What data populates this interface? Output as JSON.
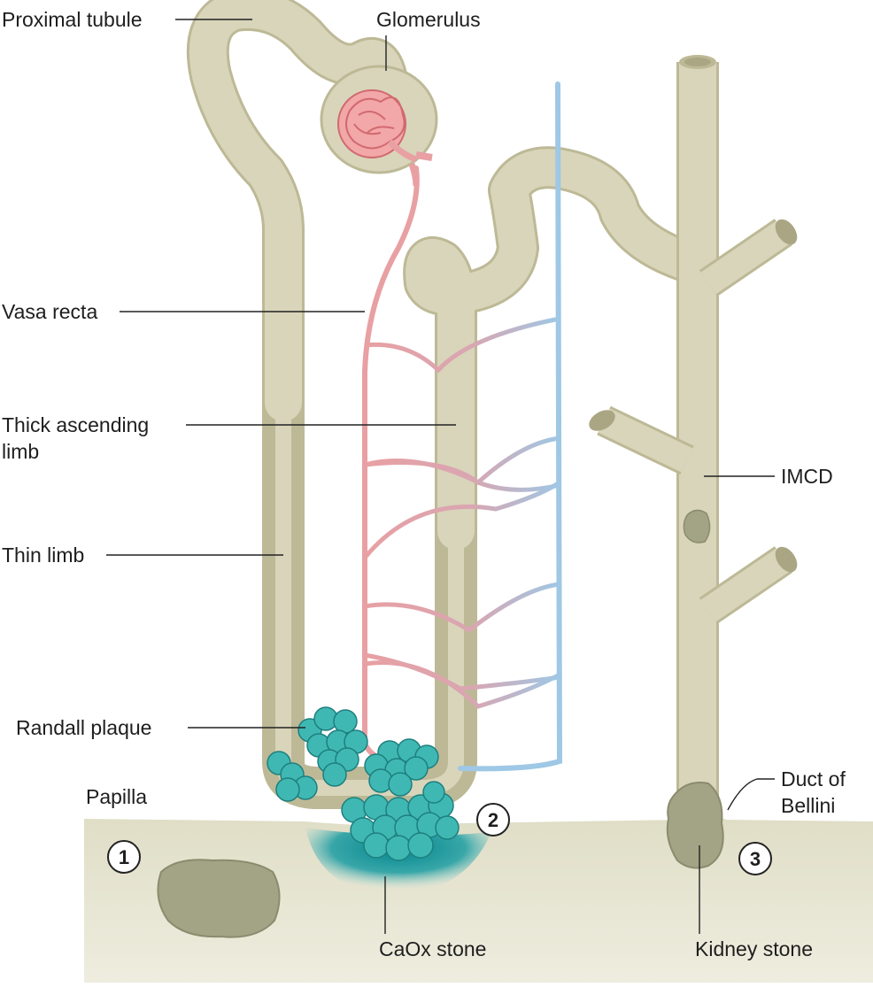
{
  "labels": {
    "proximal_tubule": "Proximal tubule",
    "glomerulus": "Glomerulus",
    "vasa_recta": "Vasa recta",
    "thick_ascending_line1": "Thick ascending",
    "thick_ascending_line2": "limb",
    "thin_limb": "Thin limb",
    "imcd": "IMCD",
    "randall_plaque": "Randall plaque",
    "papilla": "Papilla",
    "duct_of_bellini_line1": "Duct of",
    "duct_of_bellini_line2": "Bellini",
    "caox_stone": "CaOx stone",
    "kidney_stone": "Kidney stone"
  },
  "markers": [
    "1",
    "2",
    "3"
  ],
  "colors": {
    "tubule_fill": "#d6d3b7",
    "tubule_outline": "#bdb996",
    "artery": "#e8a0a3",
    "vein": "#9ec8e5",
    "plaque": "#3fb8b3",
    "stone": "#9c9c7c",
    "tissue": "#e3e2cc",
    "caox_glow": "#008a92"
  }
}
